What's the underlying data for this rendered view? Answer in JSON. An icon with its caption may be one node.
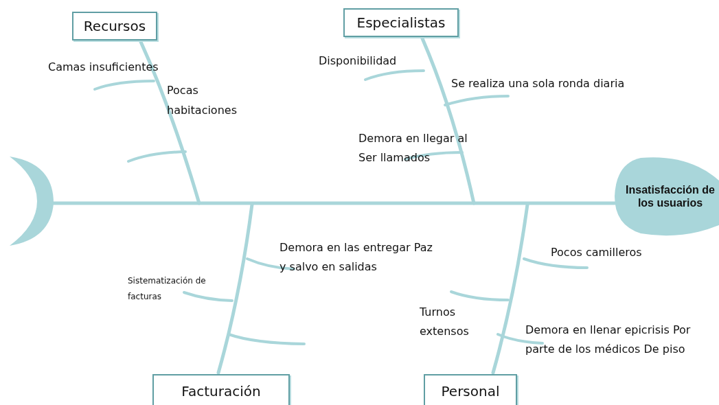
{
  "diagram": {
    "nodes": [
      {
        "text": [],
        "shape": "crescent"
      },
      {
        "text": [
          "Insatisfacción de los usuarios"
        ]
      },
      {
        "text": [
          "Recursos"
        ]
      },
      {
        "text": [
          "Especialistas"
        ]
      },
      {
        "text": [
          "Facturación"
        ]
      },
      {
        "text": [
          "Personal"
        ]
      }
    ],
    "edges": [
      {
        "from": 0,
        "to": 1,
        "arrow": "none"
      },
      {
        "from": 2,
        "to": null,
        "arrow": "none"
      },
      {
        "from": 3,
        "to": null,
        "arrow": "none"
      },
      {
        "from": 4,
        "to": null,
        "arrow": "none"
      },
      {
        "from": 5,
        "to": null,
        "arrow": "none"
      }
    ],
    "labels": [
      "Camas insuficientes",
      "Pocas habitaciones",
      "Disponibilidad",
      "Se realiza una sola ronda diaria",
      "Demora en llegar al Ser llamados",
      "Demora en las entregar Paz y salvo en salidas",
      "Pocos camilleros",
      "Sistematización de facturas",
      "Turnos extensos",
      "Demora en llenar epicrisis Por parte de los médicos De piso"
    ]
  }
}
